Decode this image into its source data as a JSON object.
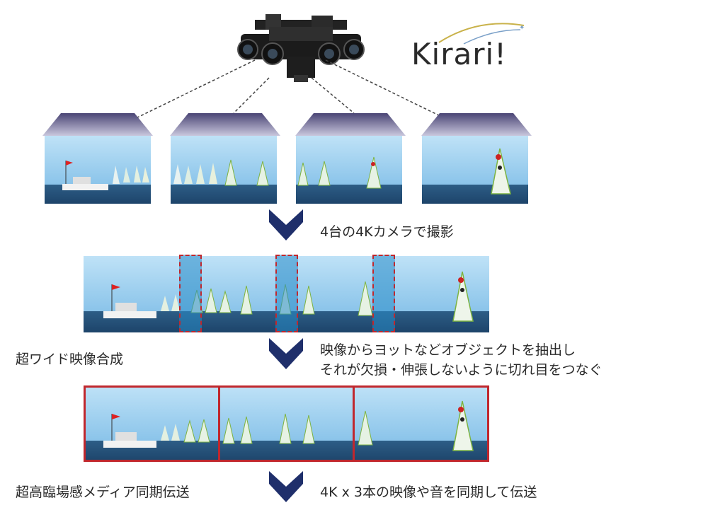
{
  "logo": {
    "text": "Kirari!"
  },
  "steps": {
    "capture": "4台の4Kカメラで撮影",
    "stitch_title": "超ワイド映像合成",
    "stitch_line1": "映像からヨットなどオブジェクトを抽出し",
    "stitch_line2": "それが欠損・伸張しないように切れ目をつなぐ",
    "transmit_title": "超高臨場感メディア同期伝送",
    "transmit_desc": "4K x 3本の映像や音を同期して伝送"
  },
  "colors": {
    "arrow": "#1f2f6b",
    "dash_highlight": "#c0272d",
    "frustum": "#6e6d9a"
  },
  "icons": {
    "rig": "camera-rig-icon",
    "arrow": "down-chevron-arrow-icon"
  }
}
